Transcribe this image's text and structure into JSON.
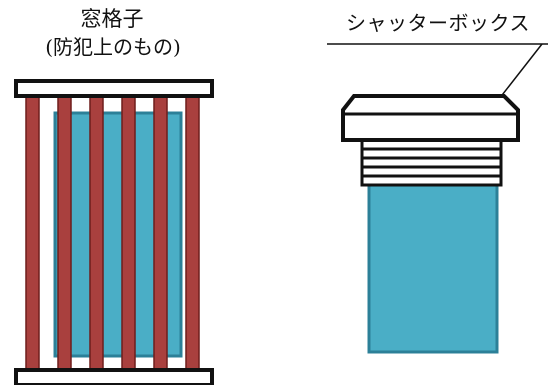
{
  "grille": {
    "title": "窓格子",
    "subtitle": "(防犯上のもの)",
    "bar_count": 6
  },
  "shutter": {
    "label": "シャッターボックス",
    "slat_count": 5
  },
  "colors": {
    "window_glass": "#4aaec6",
    "window_glass_border": "#2c8098",
    "bar": "#a9403e",
    "bar_border": "#6e1d1b",
    "frame": "#ffffff",
    "outline": "#111111"
  }
}
